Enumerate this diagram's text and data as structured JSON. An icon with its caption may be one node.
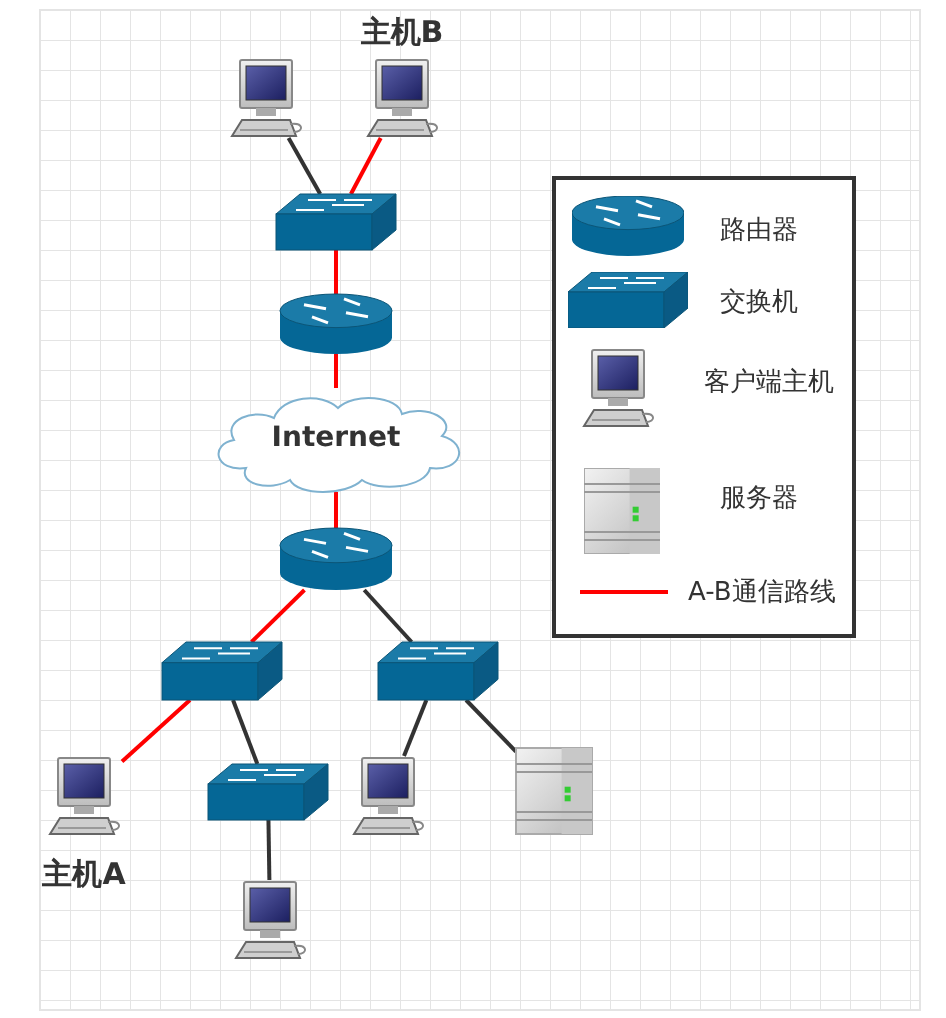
{
  "diagram": {
    "nodes": [
      {
        "text": [],
        "shape": "computer"
      },
      {
        "text": [
          "主机B"
        ]
      },
      {
        "text": [],
        "shape": "switch"
      },
      {
        "text": [],
        "shape": "router"
      },
      {
        "text": [
          "Internet"
        ]
      },
      {
        "text": [],
        "shape": "router"
      },
      {
        "text": [],
        "shape": "switch"
      },
      {
        "text": [],
        "shape": "switch"
      },
      {
        "text": [
          "主机A"
        ]
      },
      {
        "text": [],
        "shape": "switch"
      },
      {
        "text": [],
        "shape": "computer"
      },
      {
        "text": [],
        "shape": "server"
      },
      {
        "text": [],
        "shape": "computer"
      }
    ],
    "edges": [
      {
        "from": 0,
        "to": 2,
        "arrow": "none"
      },
      {
        "from": 1,
        "to": 2,
        "arrow": "none",
        "color": "#ff0000"
      },
      {
        "from": 2,
        "to": 3,
        "arrow": "none",
        "color": "#ff0000"
      },
      {
        "from": 3,
        "to": 4,
        "arrow": "none",
        "color": "#ff0000"
      },
      {
        "from": 4,
        "to": 5,
        "arrow": "none",
        "color": "#ff0000"
      },
      {
        "from": 5,
        "to": 6,
        "arrow": "none",
        "color": "#ff0000"
      },
      {
        "from": 5,
        "to": 7,
        "arrow": "none"
      },
      {
        "from": 6,
        "to": 8,
        "arrow": "none",
        "color": "#ff0000"
      },
      {
        "from": 6,
        "to": 9,
        "arrow": "none"
      },
      {
        "from": 7,
        "to": 10,
        "arrow": "none"
      },
      {
        "from": 7,
        "to": 11,
        "arrow": "none"
      },
      {
        "from": 9,
        "to": 12,
        "arrow": "none"
      }
    ],
    "legend": [
      {
        "text": "路由器"
      },
      {
        "text": "交换机"
      },
      {
        "text": "客户端主机"
      },
      {
        "text": "服务器"
      },
      {
        "text": "A-B通信路线"
      }
    ]
  }
}
